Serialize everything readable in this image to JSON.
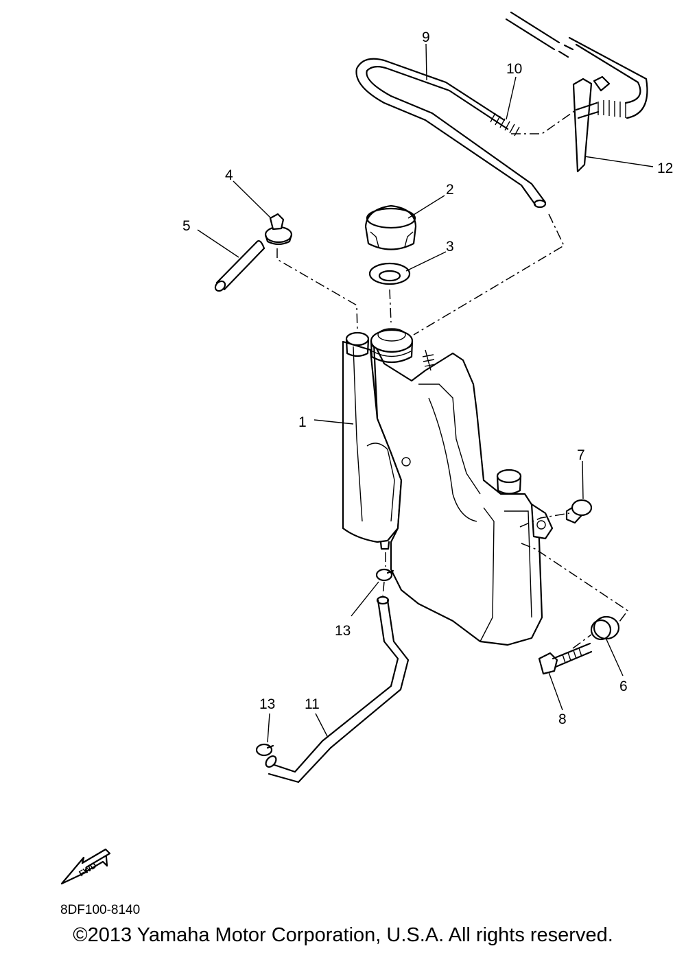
{
  "diagram": {
    "callouts": {
      "c1": "1",
      "c2": "2",
      "c3": "3",
      "c4": "4",
      "c5": "5",
      "c6": "6",
      "c7": "7",
      "c8": "8",
      "c9": "9",
      "c10": "10",
      "c11": "11",
      "c12": "12",
      "c13a": "13",
      "c13b": "13"
    },
    "fwd_label": "FWD",
    "code": "8DF100-8140",
    "copyright": "©2013 Yamaha Motor Corporation, U.S.A. All rights reserved."
  }
}
